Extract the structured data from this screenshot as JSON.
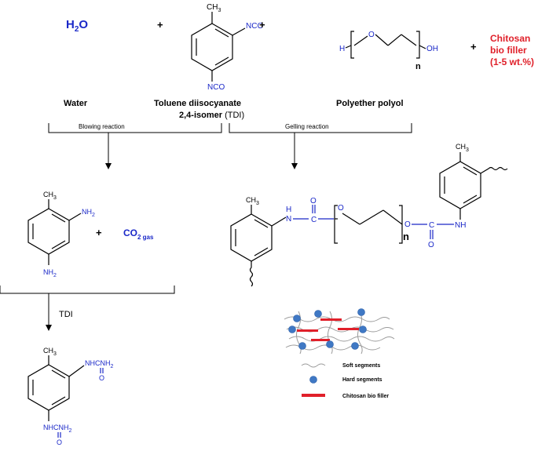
{
  "reactants": {
    "water_formula": "H",
    "water_sub": "2",
    "water_o": "O",
    "water_label": "Water",
    "tdi_sub_top": "NCO",
    "tdi_sub_bottom": "NCO",
    "tdi_methyl": "CH",
    "tdi_methyl_sub": "3",
    "tdi_label_1": "Toluene diisocyanate",
    "tdi_label_2": "2,4-isomer",
    "tdi_label_3": "(TDI)",
    "polyol_h": "H",
    "polyol_o": "O",
    "polyol_oh": "OH",
    "polyol_n": "n",
    "polyol_label": "Polyether polyol",
    "plus": "+",
    "chitosan_1": "Chitosan",
    "chitosan_2": "bio filler",
    "chitosan_3": "(1-5 wt.%)"
  },
  "reactions": {
    "blowing": "Blowing reaction",
    "gelling": "Gelling reaction",
    "tdi_step": "TDI"
  },
  "products": {
    "diamine_methyl": "CH",
    "diamine_methyl_sub": "3",
    "diamine_nh2_top": "NH",
    "diamine_nh2_top_sub": "2",
    "diamine_nh2_bottom": "NH",
    "diamine_nh2_bottom_sub": "2",
    "co2": "CO",
    "co2_sub": "2 gas",
    "urea_methyl": "CH",
    "urea_methyl_sub": "3",
    "urea_top": "NHCNH",
    "urea_top_sub": "2",
    "urea_top_o": "O",
    "urea_bottom": "NHCNH",
    "urea_bottom_sub": "2",
    "urea_bottom_o": "O",
    "urethane_methyl_left": "CH",
    "urethane_methyl_left_sub": "3",
    "urethane_methyl_right": "CH",
    "urethane_methyl_right_sub": "3",
    "urethane_nh_left": "N",
    "urethane_h_left": "H",
    "urethane_c_left": "C",
    "urethane_o_left": "O",
    "urethane_o_chain": "O",
    "urethane_n": "n",
    "urethane_o_right": "O",
    "urethane_c_right": "C",
    "urethane_nh_right": "NH",
    "urethane_o_right_bottom": "O"
  },
  "legend": {
    "soft": "Soft segments",
    "hard": "Hard segments",
    "filler": "Chitosan bio filler"
  },
  "colors": {
    "blue": "#1a28c8",
    "red": "#e0202a",
    "dot": "#3f78c4"
  }
}
